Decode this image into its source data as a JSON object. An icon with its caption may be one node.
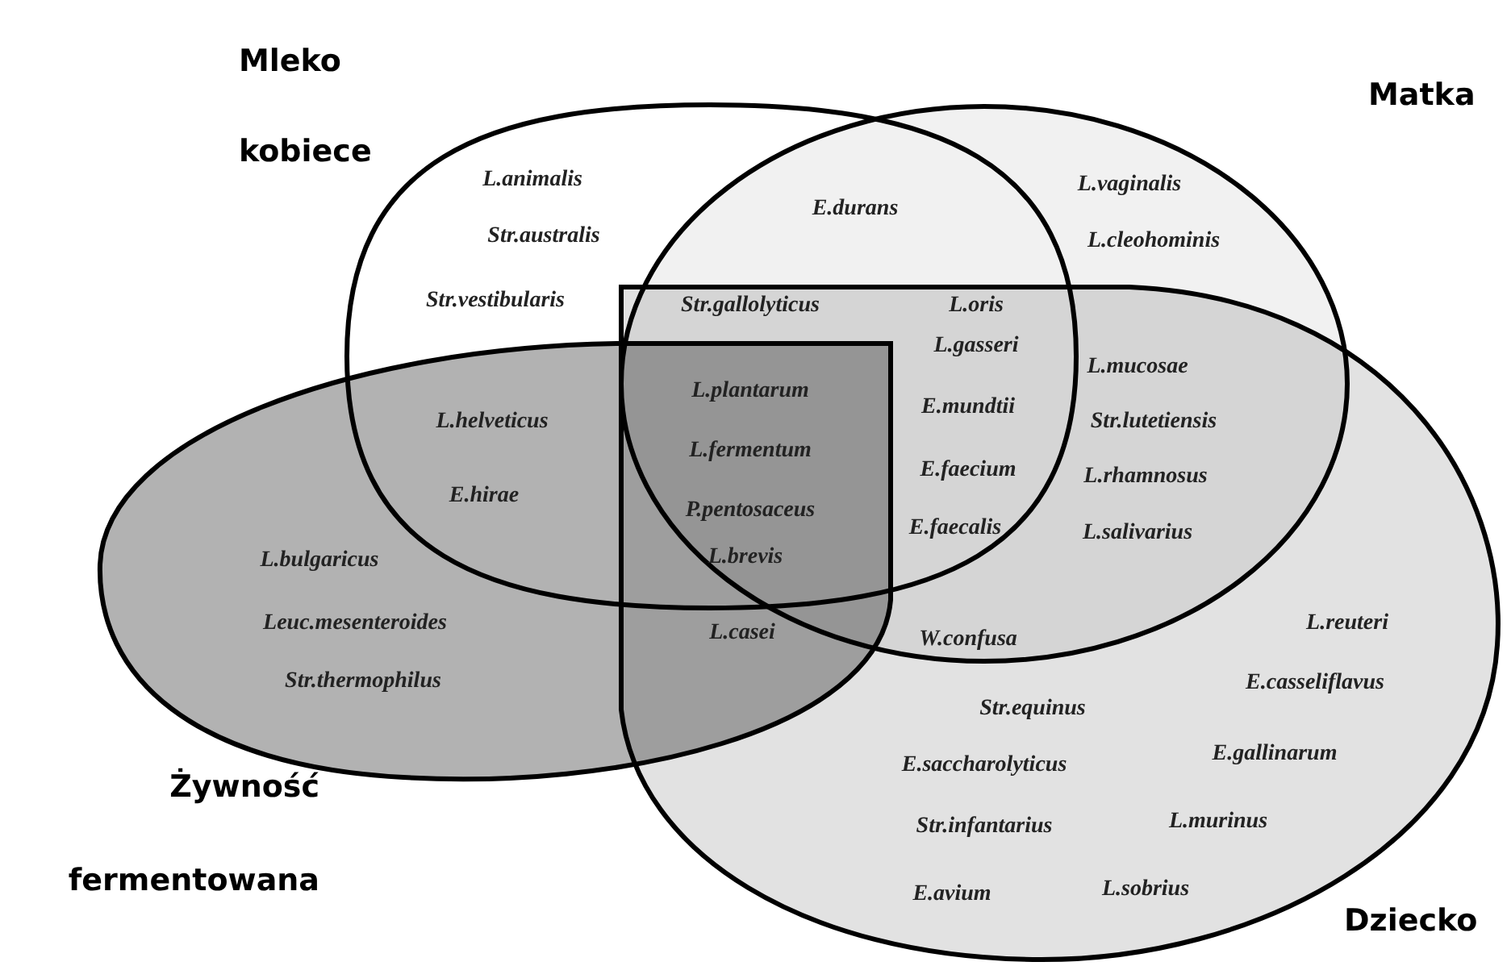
{
  "diagram": {
    "nodes": [
      {
        "text": [
          "Mleko kobiece"
        ]
      },
      {
        "text": [
          "Matka"
        ]
      },
      {
        "text": [
          "Żywność fermentowana"
        ]
      },
      {
        "text": [
          "Dziecko"
        ]
      }
    ],
    "labels": [
      "L.animalis",
      "L.vaginalis",
      "E.durans",
      "Str.australis",
      "L.cleohominis",
      "Str.vestibularis",
      "Str.gallolyticus",
      "L.oris",
      "L.gasseri",
      "L.mucosae",
      "L.plantarum",
      "E.mundtii",
      "L.helveticus",
      "Str.lutetiensis",
      "L.fermentum",
      "E.faecium",
      "L.rhamnosus",
      "E.hirae",
      "P.pentosaceus",
      "E.faecalis",
      "L.salivarius",
      "L.bulgaricus",
      "L.brevis",
      "Leuc.mesenteroides",
      "L.casei",
      "W.confusa",
      "L.reuteri",
      "Str.thermophilus",
      "E.casseliflavus",
      "Str.equinus",
      "E.gallinarum",
      "E.saccharolyticus",
      "Str.infantarius",
      "L.murinus",
      "E.avium",
      "L.sobrius"
    ]
  }
}
